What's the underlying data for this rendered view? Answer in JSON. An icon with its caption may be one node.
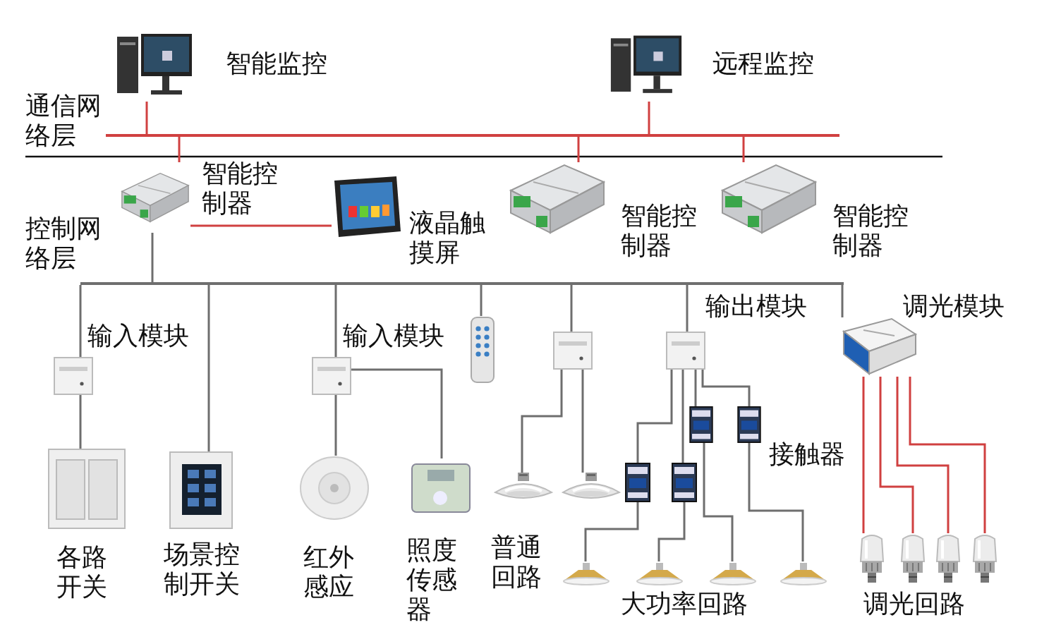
{
  "diagram": {
    "nodes": [
      {
        "text": [],
        "shape": "picture",
        "beside": [
          "智能监控"
        ]
      },
      {
        "text": [],
        "shape": "picture",
        "beside": [
          "远程监控"
        ]
      },
      {
        "text": [],
        "shape": "bar"
      },
      {
        "text": [],
        "shape": "picture",
        "beside": [
          "智能控制器"
        ]
      },
      {
        "text": [],
        "shape": "picture",
        "beside": [
          "液晶触摸屏"
        ]
      },
      {
        "text": [],
        "shape": "picture",
        "beside": [
          "智能控制器"
        ]
      },
      {
        "text": [],
        "shape": "picture",
        "beside": [
          "智能控制器"
        ]
      },
      {
        "text": [],
        "shape": "bar"
      },
      {
        "text": [],
        "shape": "picture",
        "beside": [
          "输入模块"
        ]
      },
      {
        "text": [],
        "shape": "picture",
        "beside": [
          "输入模块"
        ]
      },
      {
        "text": [],
        "shape": "picture"
      },
      {
        "text": [],
        "shape": "picture"
      },
      {
        "text": [],
        "shape": "picture",
        "beside": [
          "输出模块"
        ]
      },
      {
        "text": [],
        "shape": "picture",
        "beside": [
          "调光模块"
        ]
      },
      {
        "text": [],
        "shape": "picture"
      },
      {
        "text": [],
        "shape": "picture"
      },
      {
        "text": [],
        "shape": "picture"
      },
      {
        "text": [],
        "shape": "picture"
      },
      {
        "text": [],
        "shape": "picture",
        "beside": [
          "各路开关"
        ]
      },
      {
        "text": [],
        "shape": "picture",
        "beside": [
          "场景控制开关"
        ]
      },
      {
        "text": [],
        "shape": "picture",
        "beside": [
          "红外感应"
        ]
      },
      {
        "text": [],
        "shape": "picture",
        "beside": [
          "照度传感器"
        ]
      },
      {
        "text": [],
        "shape": "picture"
      },
      {
        "text": [],
        "shape": "picture"
      },
      {
        "text": [],
        "shape": "picture"
      },
      {
        "text": [],
        "shape": "picture"
      },
      {
        "text": [],
        "shape": "picture"
      },
      {
        "text": [],
        "shape": "picture"
      },
      {
        "text": [],
        "shape": "picture"
      },
      {
        "text": [],
        "shape": "picture"
      },
      {
        "text": [],
        "shape": "picture"
      },
      {
        "text": [],
        "shape": "picture"
      }
    ],
    "edges": [
      {
        "from": 0,
        "to": 2,
        "arrow": "none",
        "color": "#d04040"
      },
      {
        "from": 1,
        "to": 2,
        "arrow": "none",
        "color": "#d04040"
      },
      {
        "from": 3,
        "to": 2,
        "arrow": "none",
        "color": "#d04040"
      },
      {
        "from": 5,
        "to": 2,
        "arrow": "none",
        "color": "#d04040"
      },
      {
        "from": 6,
        "to": 2,
        "arrow": "none",
        "color": "#d04040"
      },
      {
        "from": 3,
        "to": 4,
        "arrow": "none",
        "color": "#d04040"
      },
      {
        "from": 3,
        "to": 7,
        "arrow": "none"
      },
      {
        "from": 7,
        "to": 8,
        "arrow": "none"
      },
      {
        "from": 7,
        "to": 19,
        "arrow": "none"
      },
      {
        "from": 7,
        "to": 9,
        "arrow": "none"
      },
      {
        "from": 7,
        "to": 10,
        "arrow": "none"
      },
      {
        "from": 7,
        "to": 11,
        "arrow": "none"
      },
      {
        "from": 7,
        "to": 12,
        "arrow": "none"
      },
      {
        "from": 7,
        "to": 13,
        "arrow": "none"
      },
      {
        "from": 8,
        "to": 18,
        "arrow": "none"
      },
      {
        "from": 9,
        "to": 20,
        "arrow": "none"
      },
      {
        "from": 9,
        "to": 21,
        "arrow": "none"
      },
      {
        "from": 11,
        "to": 22,
        "arrow": "none"
      },
      {
        "from": 11,
        "to": 23,
        "arrow": "none"
      },
      {
        "from": 12,
        "to": 16,
        "arrow": "none"
      },
      {
        "from": 12,
        "to": 17,
        "arrow": "none"
      },
      {
        "from": 12,
        "to": 14,
        "arrow": "none"
      },
      {
        "from": 12,
        "to": 15,
        "arrow": "none"
      },
      {
        "from": 16,
        "to": 28,
        "arrow": "none"
      },
      {
        "from": 17,
        "to": 29,
        "arrow": "none"
      },
      {
        "from": 14,
        "to": 30,
        "arrow": "none"
      },
      {
        "from": 15,
        "to": 31,
        "arrow": "none"
      },
      {
        "from": 13,
        "to": 24,
        "arrow": "none",
        "color": "#d04040"
      },
      {
        "from": 13,
        "to": 25,
        "arrow": "none",
        "color": "#d04040"
      },
      {
        "from": 13,
        "to": 26,
        "arrow": "none",
        "color": "#d04040"
      },
      {
        "from": 13,
        "to": 27,
        "arrow": "none",
        "color": "#d04040"
      }
    ],
    "labels": [
      "通信网络层",
      "控制网络层",
      "普通回路",
      "接触器",
      "大功率回路",
      "调光回路"
    ]
  }
}
